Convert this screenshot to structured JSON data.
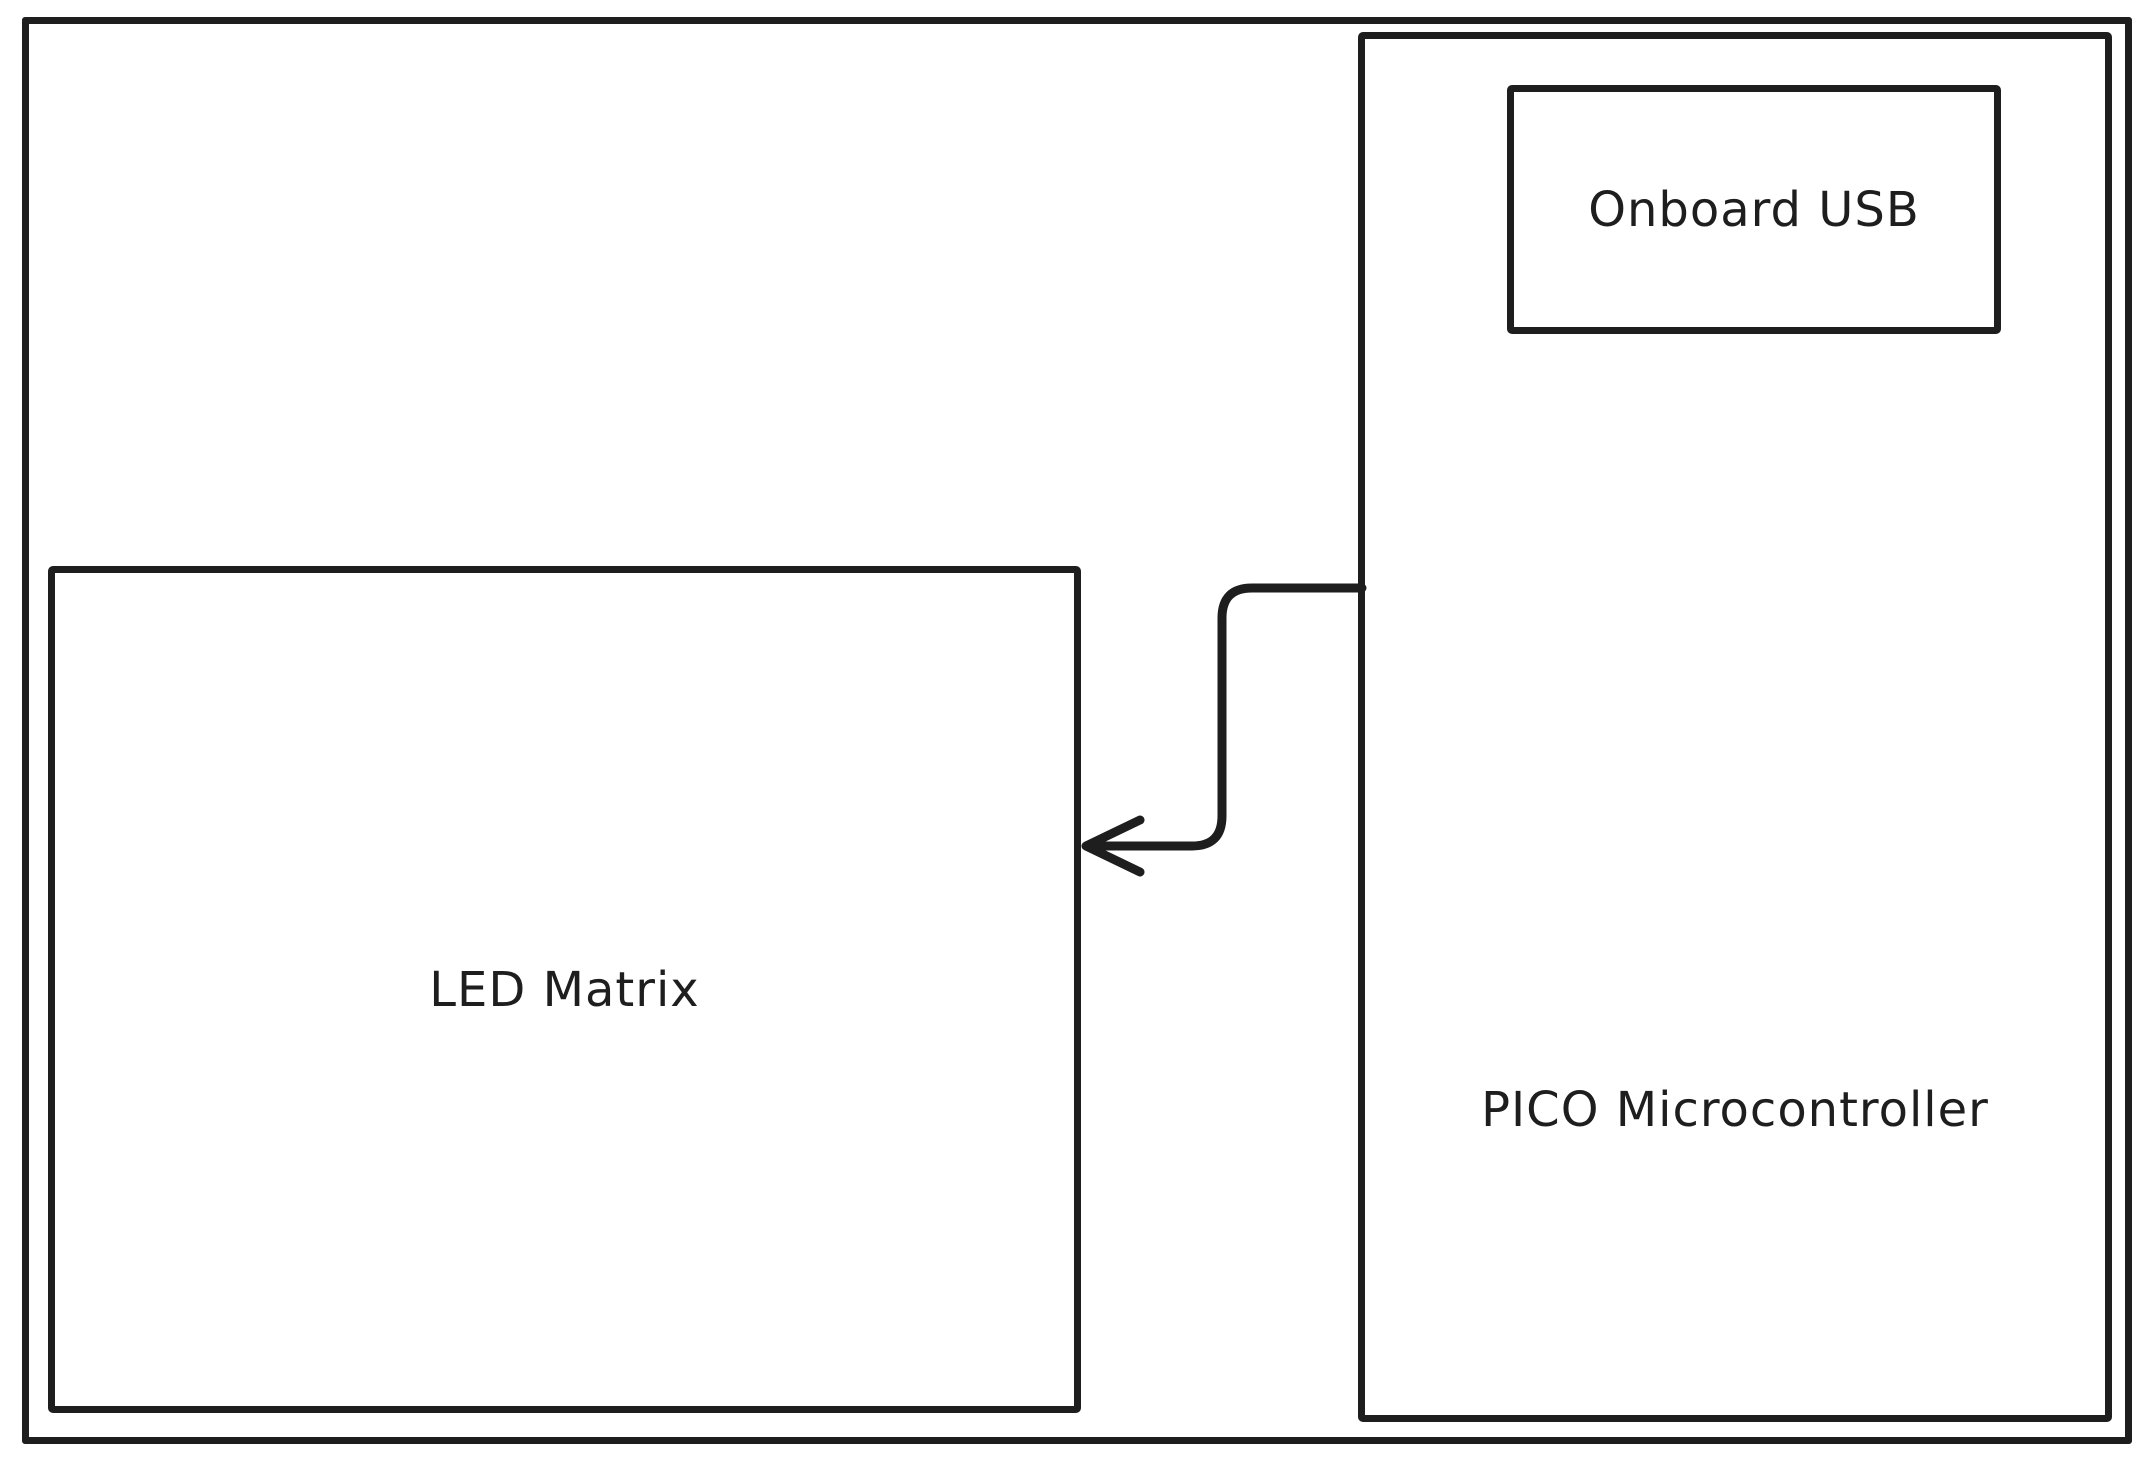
{
  "diagram": {
    "background_color": "#ffffff",
    "stroke_color": "#1e1e1e",
    "style": "hand-drawn",
    "nodes": [
      {
        "id": "led-matrix",
        "label": "LED Matrix"
      },
      {
        "id": "pico-microcontroller",
        "label": "PICO Microcontroller"
      },
      {
        "id": "onboard-usb",
        "label": "Onboard USB",
        "parent": "pico-microcontroller"
      }
    ],
    "edges": [
      {
        "from": "pico-microcontroller",
        "to": "led-matrix",
        "type": "elbow-arrow",
        "arrowhead": "open-v",
        "direction": "points-left-into-led-matrix"
      }
    ]
  }
}
